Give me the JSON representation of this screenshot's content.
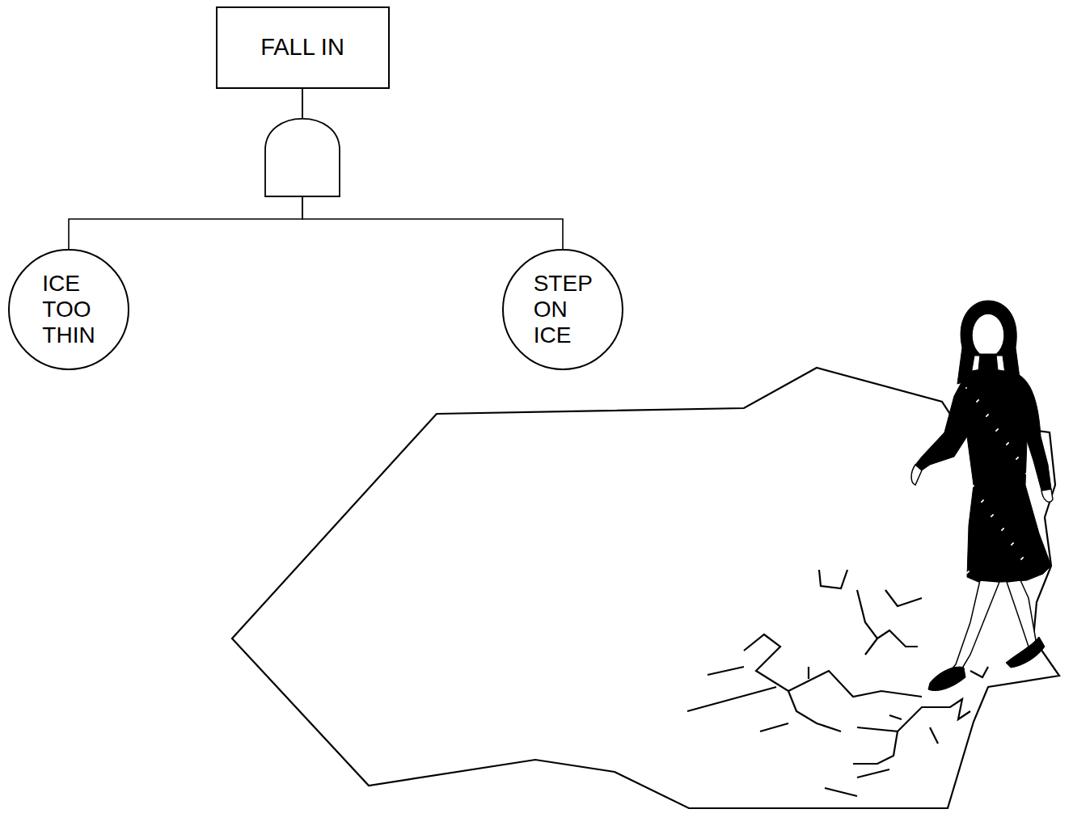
{
  "diagram": {
    "nodes": [
      {
        "text": [
          "FALL IN"
        ]
      },
      {
        "text": [
          "ICE TOO THIN"
        ]
      },
      {
        "text": [
          "STEP ON ICE"
        ]
      }
    ],
    "edges": [
      {
        "from": 0,
        "to": 1,
        "arrow": "none"
      },
      {
        "from": 0,
        "to": 2,
        "arrow": "none"
      }
    ]
  }
}
